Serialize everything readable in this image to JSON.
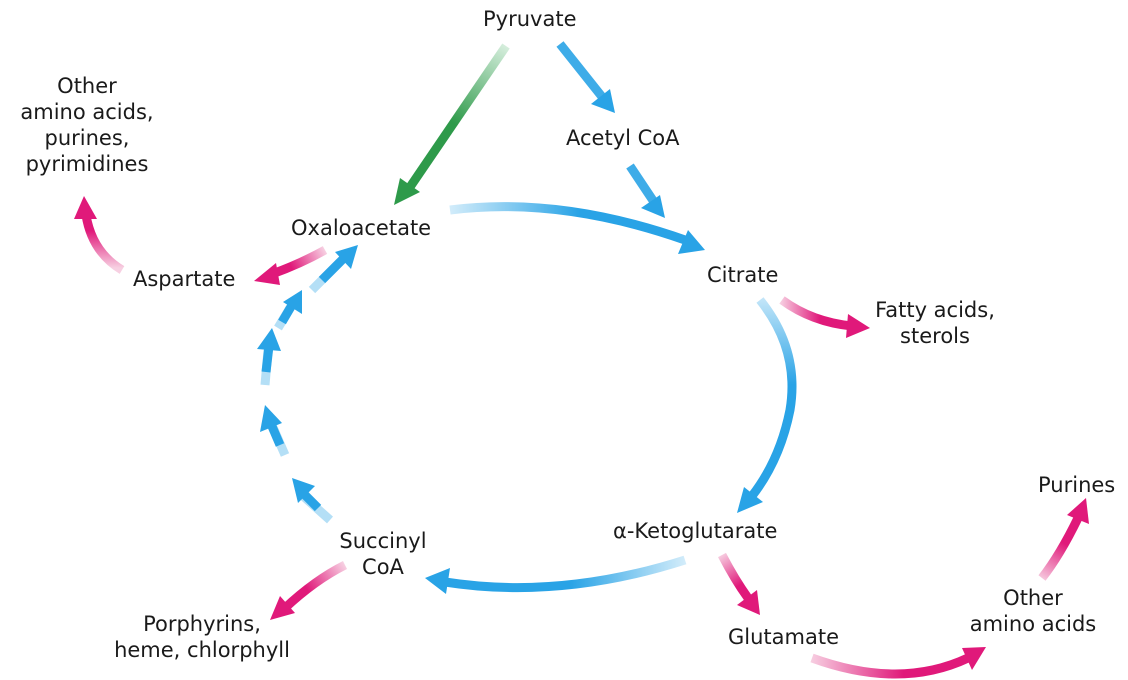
{
  "colors": {
    "cycle": "#29a3e6",
    "cycle_light": "#d2ecfa",
    "anaplerotic": "#2e9a4a",
    "anaplerotic_light": "#d6eedd",
    "biosynthesis": "#e0197a",
    "biosynthesis_light": "#f7d0e2"
  },
  "nodes": {
    "pyruvate": "Pyruvate",
    "acetyl_coa": "Acetyl CoA",
    "oxaloacetate": "Oxaloacetate",
    "citrate": "Citrate",
    "alpha_ketoglutarate": "α-Ketoglutarate",
    "succinyl_coa": [
      "Succinyl",
      "CoA"
    ],
    "aspartate": "Aspartate",
    "glutamate": "Glutamate"
  },
  "products": {
    "from_aspartate": [
      "Other",
      "amino acids,",
      "purines,",
      "pyrimidines"
    ],
    "from_citrate": [
      "Fatty acids,",
      "sterols"
    ],
    "from_succinyl_coa": [
      "Porphyrins,",
      "heme, chlorphyll"
    ],
    "from_glutamate": [
      "Other",
      "amino acids"
    ],
    "from_other_amino_acids": "Purines"
  }
}
